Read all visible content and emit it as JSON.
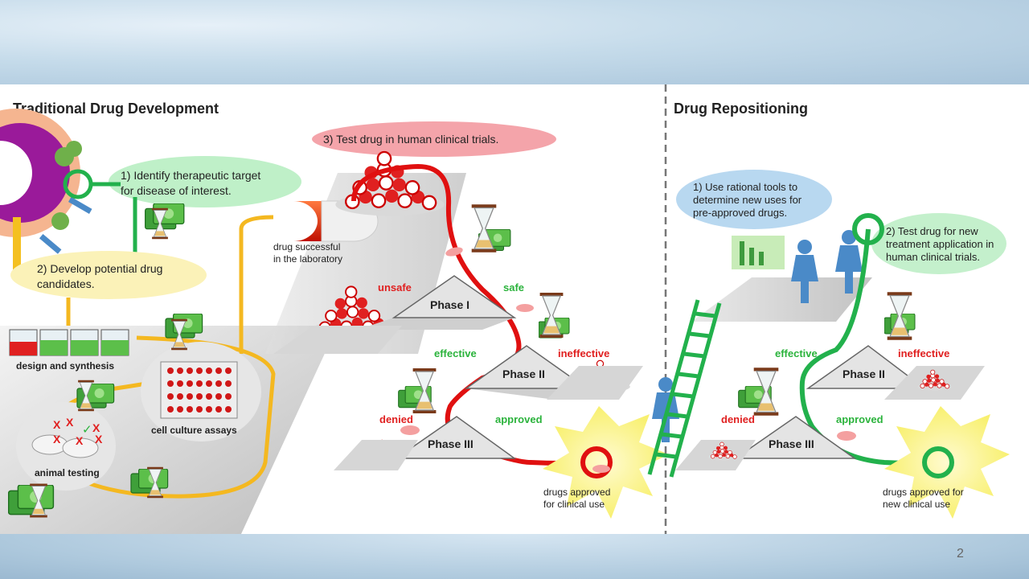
{
  "slide_number": "2",
  "traditional": {
    "title": "Traditional Drug Development",
    "step1": "1) Identify therapeutic target",
    "step1b": "for disease of interest.",
    "step2": "2) Develop potential drug",
    "step2b": "candidates.",
    "step3": "3) Test drug in human clinical trials.",
    "design": "design and synthesis",
    "cell": "cell culture assays",
    "animal": "animal testing",
    "success1": "drug successful",
    "success2": "in the laboratory",
    "phase1": "Phase I",
    "phase2": "Phase II",
    "phase3": "Phase III",
    "unsafe": "unsafe",
    "safe": "safe",
    "effective": "effective",
    "ineffective": "ineffective",
    "denied": "denied",
    "approved": "approved",
    "approved1": "drugs approved",
    "approved2": "for clinical use"
  },
  "repositioning": {
    "title": "Drug Repositioning",
    "step1a": "1) Use rational tools to",
    "step1b": "determine new uses for",
    "step1c": "pre-approved drugs.",
    "step2a": "2) Test drug for new",
    "step2b": "treatment application in",
    "step2c": "human clinical trials.",
    "phase2": "Phase II",
    "phase3": "Phase III",
    "effective": "effective",
    "ineffective": "ineffective",
    "denied": "denied",
    "approved": "approved",
    "approved1": "drugs approved for",
    "approved2": "new clinical use"
  },
  "colors": {
    "red_path": "#e01010",
    "green_path": "#22b14c",
    "yellow_path": "#f4b820",
    "green_text": "#2bb33c",
    "red_text": "#e02020"
  }
}
